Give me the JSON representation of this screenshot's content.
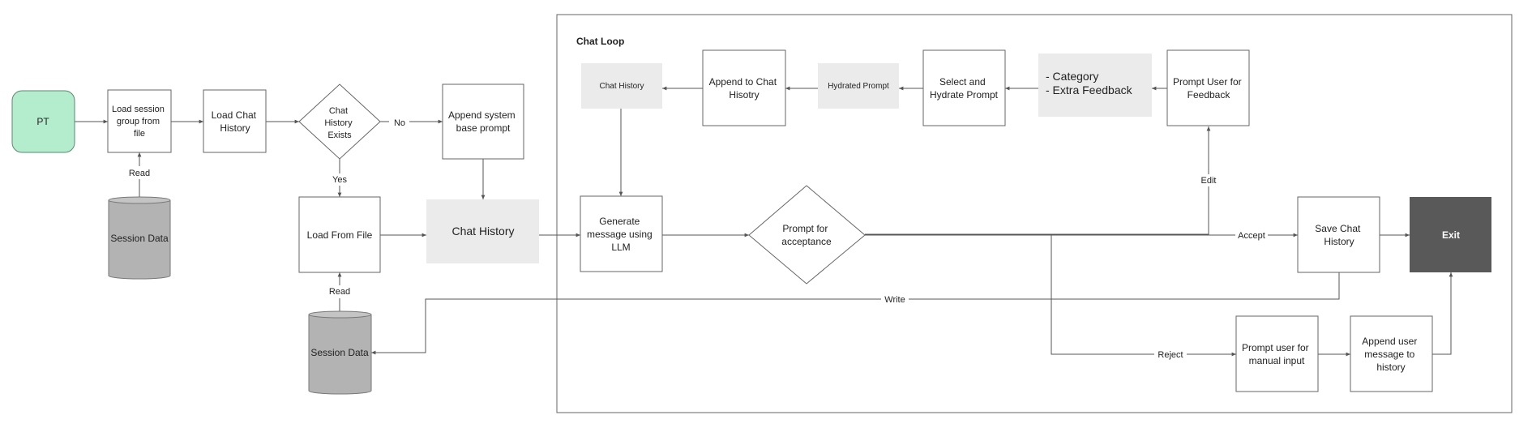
{
  "colors": {
    "start_fill": "#b4ecce",
    "start_stroke": "#5a8a70",
    "cylinder_fill": "#b3b3b3",
    "note_fill": "#ebebeb",
    "exit_fill": "#595959",
    "exit_text": "#ffffff",
    "line": "#555555"
  },
  "nodes": {
    "start": "PT",
    "load_session_group": [
      "Load session",
      "group from",
      "file"
    ],
    "session_data_1": "Session Data",
    "load_chat_history": [
      "Load Chat",
      "History"
    ],
    "chat_history_exists": [
      "Chat",
      "History",
      "Exists"
    ],
    "append_system_prompt": [
      "Append system",
      "base prompt"
    ],
    "load_from_file": "Load From File",
    "chat_history_main": "Chat History",
    "session_data_2": "Session Data",
    "chat_loop_title": "Chat Loop",
    "chat_history_small": "Chat History",
    "append_to_chat_history": [
      "Append to Chat",
      "Hisotry"
    ],
    "hydrated_prompt": "Hydrated Prompt",
    "select_hydrate": [
      "Select and",
      "Hydrate Prompt"
    ],
    "feedback_note": [
      "- Category",
      "- Extra Feedback"
    ],
    "prompt_user_feedback": [
      "Prompt User for",
      "Feedback"
    ],
    "generate_message": [
      "Generate",
      "message using",
      "LLM"
    ],
    "prompt_acceptance": [
      "Prompt for",
      "acceptance"
    ],
    "save_chat_history": [
      "Save Chat",
      "History"
    ],
    "exit": "Exit",
    "prompt_manual_input": [
      "Prompt user for",
      "manual input"
    ],
    "append_user_message": [
      "Append user",
      "message to",
      "history"
    ]
  },
  "edge_labels": {
    "read_1": "Read",
    "no": "No",
    "yes": "Yes",
    "read_2": "Read",
    "edit": "Edit",
    "accept": "Accept",
    "write": "Write",
    "reject": "Reject"
  }
}
